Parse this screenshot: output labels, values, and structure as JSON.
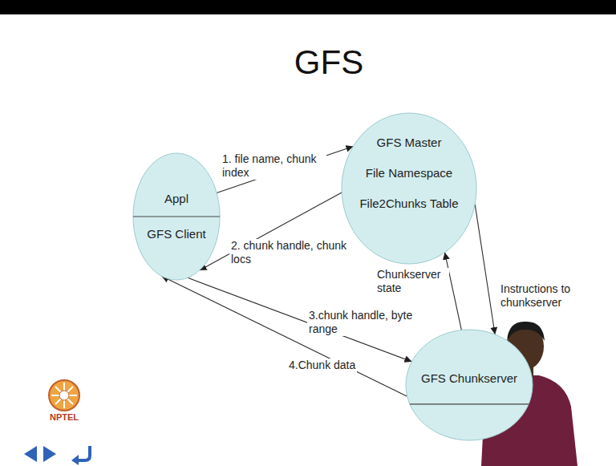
{
  "diagram": {
    "title": "GFS",
    "nodes": [
      {
        "text": [
          "Appl",
          "GFS Client"
        ]
      },
      {
        "text": [
          "GFS Master",
          "File Namespace",
          "File2Chunks Table"
        ]
      },
      {
        "text": [
          "GFS Chunkserver"
        ]
      }
    ],
    "edges": [
      {
        "from": 0,
        "to": 1,
        "label": "1. file name, chunk index",
        "arrow": "to"
      },
      {
        "from": 1,
        "to": 0,
        "label": "2. chunk handle, chunk locs",
        "arrow": "to"
      },
      {
        "from": 0,
        "to": 2,
        "label": "3.chunk handle, byte range",
        "arrow": "to"
      },
      {
        "from": 2,
        "to": 0,
        "label": "4.Chunk data",
        "arrow": "to"
      },
      {
        "from": 2,
        "to": 1,
        "label": "Chunkserver state",
        "arrow": "to"
      },
      {
        "from": 1,
        "to": 2,
        "label": "Instructions to chunkserver",
        "arrow": "to"
      }
    ],
    "labels": [
      "NPTEL"
    ]
  }
}
